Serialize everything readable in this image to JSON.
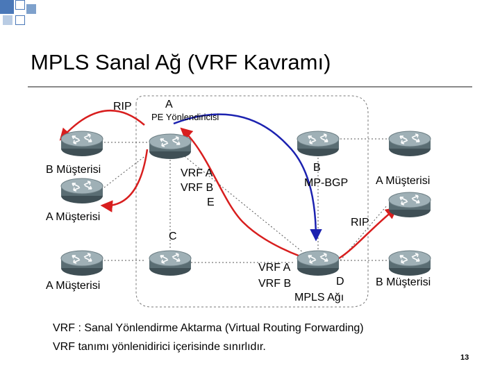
{
  "slide": {
    "title": "MPLS Sanal Ağ (VRF Kavramı)",
    "page_number": "13"
  },
  "labels": {
    "rip_left": "RIP",
    "router_a": "A",
    "pe_router": "PE Yönlendiricisi",
    "b_customer_left": "B Müşterisi",
    "a_customer_mid_left": "A Müşterisi",
    "a_customer_bottom_left": "A Müşterisi",
    "vrf_a_1": "VRF A",
    "vrf_b_1": "VRF B",
    "e_letter": "E",
    "router_b": "B",
    "mp_bgp": "MP-BGP",
    "a_customer_right": "A Müşterisi",
    "rip_right": "RIP",
    "router_c": "C",
    "vrf_a_2": "VRF A",
    "vrf_b_2": "VRF B",
    "router_d": "D",
    "mpls_network": "MPLS Ağı",
    "b_customer_right": "B Müşterisi"
  },
  "footer": {
    "line1": "VRF : Sanal Yönlendirme Aktarma (Virtual Routing Forwarding)",
    "line2": "VRF tanımı yönlenidirici içerisinde sınırlıdır."
  },
  "colors": {
    "red_arrow": "#d81e1e",
    "blue_arrow": "#1c22b0",
    "router_body": "#5a6d73",
    "router_top": "#9fb0b6"
  },
  "icons": {
    "router": "router-icon"
  }
}
